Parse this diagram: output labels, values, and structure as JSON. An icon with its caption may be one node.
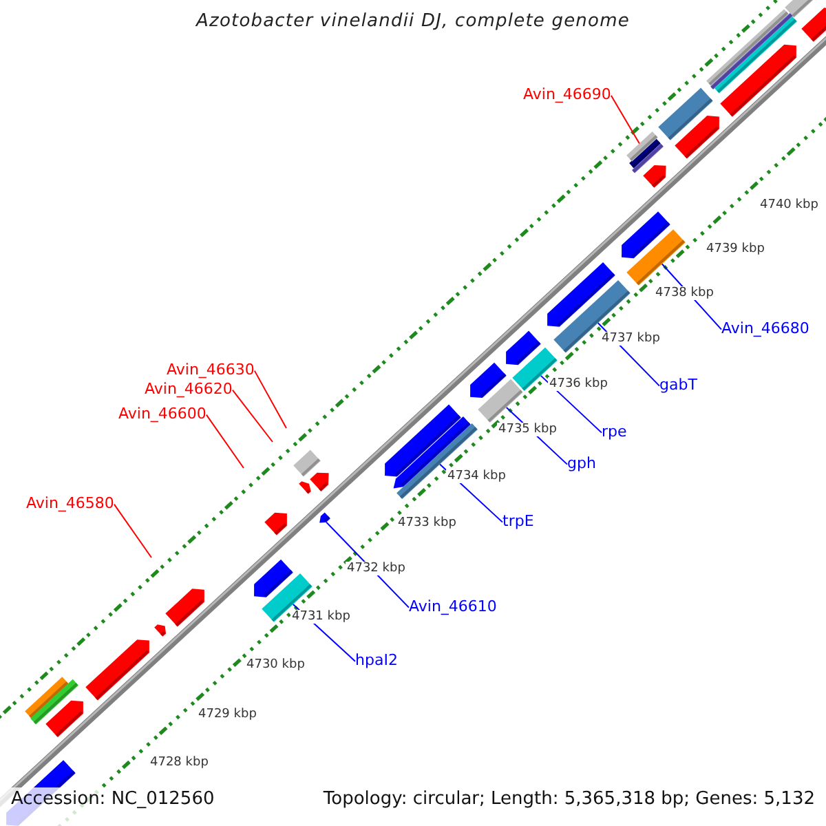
{
  "diagram": {
    "title": "Azotobacter vinelandii DJ, complete genome",
    "nodes": [
      {
        "text": [
          "Avin_46690"
        ]
      },
      {
        "text": [
          "Avin_46630"
        ]
      },
      {
        "text": [
          "Avin_46620"
        ]
      },
      {
        "text": [
          "Avin_46600"
        ]
      },
      {
        "text": [
          "Avin_46580"
        ]
      },
      {
        "text": [
          "Avin_46680"
        ]
      },
      {
        "text": [
          "gabT"
        ]
      },
      {
        "text": [
          "rpe"
        ]
      },
      {
        "text": [
          "gph"
        ]
      },
      {
        "text": [
          "trpE"
        ]
      },
      {
        "text": [
          "Avin_46610"
        ]
      },
      {
        "text": [
          "hpaI2"
        ]
      },
      {
        "text": [],
        "shape": "bar"
      },
      {
        "text": [],
        "shape": "bar"
      },
      {
        "text": [],
        "shape": "bar"
      },
      {
        "text": [],
        "shape": "bar"
      },
      {
        "text": [],
        "shape": "bar"
      },
      {
        "text": [],
        "shape": "bar"
      },
      {
        "text": [],
        "shape": "bar"
      },
      {
        "text": [],
        "shape": "bar"
      },
      {
        "text": [],
        "shape": "bar"
      }
    ],
    "edges": [
      {
        "from": 0,
        "to": 19,
        "arrow": "none",
        "color": "#ff0000"
      },
      {
        "from": 1,
        "to": null,
        "arrow": "none",
        "color": "#ff0000"
      },
      {
        "from": 2,
        "to": null,
        "arrow": "none",
        "color": "#ff0000"
      },
      {
        "from": 3,
        "to": null,
        "arrow": "none",
        "color": "#ff0000"
      },
      {
        "from": 4,
        "to": null,
        "arrow": "none",
        "color": "#ff0000"
      },
      {
        "from": 5,
        "to": 18,
        "arrow": "none"
      },
      {
        "from": 6,
        "to": 17,
        "arrow": "none"
      },
      {
        "from": 7,
        "to": 16,
        "arrow": "none"
      },
      {
        "from": 8,
        "to": 15,
        "arrow": "none"
      },
      {
        "from": 9,
        "to": 14,
        "arrow": "none"
      },
      {
        "from": 10,
        "to": 13,
        "arrow": "none"
      },
      {
        "from": 11,
        "to": 12,
        "arrow": "none"
      }
    ],
    "labels": [
      "4728 kbp",
      "4729 kbp",
      "4730 kbp",
      "4731 kbp",
      "4732 kbp",
      "4733 kbp",
      "4734 kbp",
      "4735 kbp",
      "4736 kbp",
      "4737 kbp",
      "4738 kbp",
      "4739 kbp",
      "4740 kbp",
      "Accession: NC_012560",
      "Topology: circular; Length: 5,365,318 bp; Genes: 5,132"
    ]
  }
}
